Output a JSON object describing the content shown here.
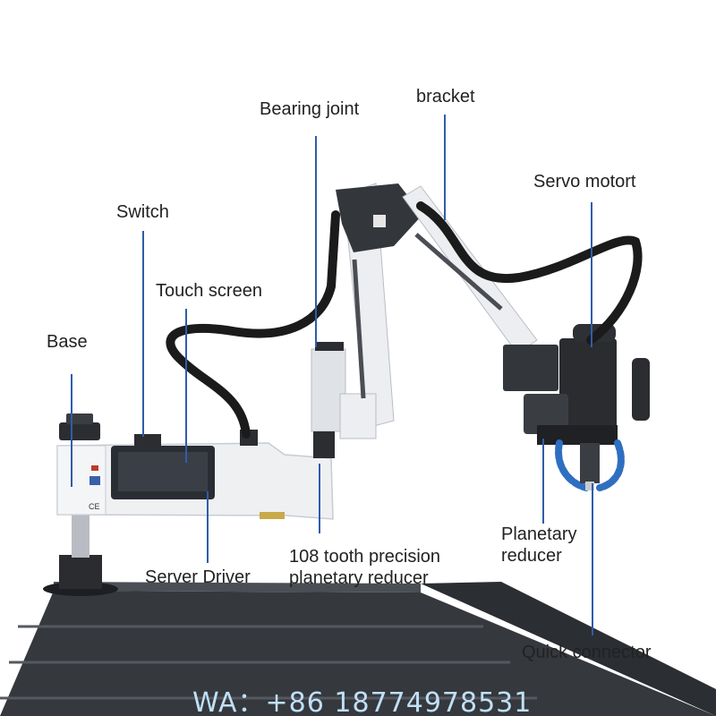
{
  "labels": {
    "base": "Base",
    "switch": "Switch",
    "touch_screen": "Touch screen",
    "bearing_joint": "Bearing joint",
    "bracket": "bracket",
    "servo_motor": "Servo motort",
    "server_driver": "Server Driver",
    "reducer_line1": "108 tooth precision",
    "reducer_line2": "planetary reducer",
    "planetary_line1": "Planetary",
    "planetary_line2": "reducer",
    "quick_connector": "Quick connector"
  },
  "watermark": "WA：+86 18774978531",
  "machine_marks": {
    "ce_mark": "CE"
  },
  "colors": {
    "leader": "#2f5da8",
    "label_text": "#222222",
    "watermark": "#bfe0f7",
    "table_top": "#3a3d42",
    "arm_white": "#e9ebee",
    "hose_black": "#1b1b1b",
    "coolant_blue": "#2f6fc0"
  }
}
